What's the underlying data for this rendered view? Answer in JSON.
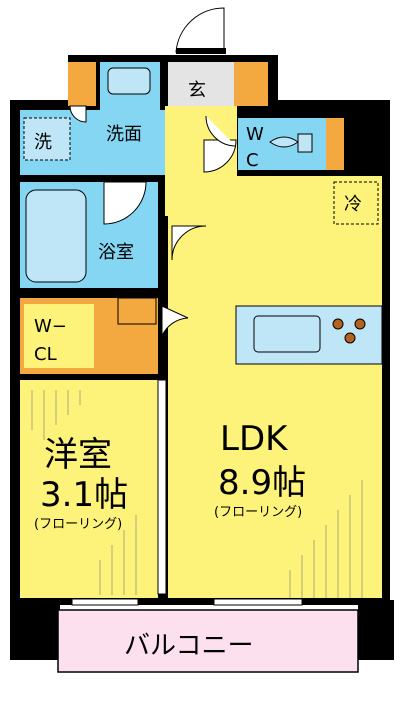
{
  "plan": {
    "colors": {
      "wall": "#000000",
      "living": "#fdf27a",
      "wet": "#84d6f2",
      "storage": "#f3a93f",
      "balcony": "#fce0ee",
      "fixture": "#bfe6f7"
    },
    "rooms": {
      "entrance": "玄",
      "washer": "洗",
      "washroom": "洗面",
      "wc_top": "W",
      "wc_bottom": "C",
      "fridge": "冷",
      "bath": "浴室",
      "closet_top": "W−",
      "closet_bottom": "CL",
      "western_name": "洋室",
      "western_size": "3.1帖",
      "western_floor": "(フローリング)",
      "ldk_name": "LDK",
      "ldk_size": "8.9帖",
      "ldk_floor": "(フローリング)",
      "balcony": "バルコニー"
    }
  }
}
